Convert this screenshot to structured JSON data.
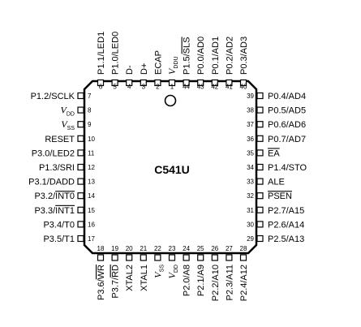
{
  "chip": {
    "name": "C541U",
    "pins_top": [
      {
        "num": "6",
        "label": "P1.1/LED1"
      },
      {
        "num": "5",
        "label": "P1.0/LED0"
      },
      {
        "num": "4",
        "label": "D-"
      },
      {
        "num": "3",
        "label": "D+"
      },
      {
        "num": "2",
        "label": "ECAP"
      },
      {
        "num": "1",
        "label": "VDDU",
        "style": "supply",
        "main": "V",
        "sub": "DDU"
      },
      {
        "num": "44",
        "label": "P1.5/SLS",
        "overbar": "SLS"
      },
      {
        "num": "43",
        "label": "P0.0/AD0"
      },
      {
        "num": "42",
        "label": "P0.1/AD1"
      },
      {
        "num": "41",
        "label": "P0.2/AD2"
      },
      {
        "num": "40",
        "label": "P0.3/AD3"
      }
    ],
    "pins_left": [
      {
        "num": "7",
        "label": "P1.2/SCLK"
      },
      {
        "num": "8",
        "label": "VDD",
        "style": "supply",
        "main": "V",
        "sub": "DD"
      },
      {
        "num": "9",
        "label": "VSS",
        "style": "supply",
        "main": "V",
        "sub": "SS"
      },
      {
        "num": "10",
        "label": "RESET"
      },
      {
        "num": "11",
        "label": "P3.0/LED2"
      },
      {
        "num": "12",
        "label": "P1.3/SRI"
      },
      {
        "num": "13",
        "label": "P3.1/DADD"
      },
      {
        "num": "14",
        "label": "P3.2/INT0",
        "overbar": "INT0"
      },
      {
        "num": "15",
        "label": "P3.3/INT1",
        "overbar": "INT1"
      },
      {
        "num": "16",
        "label": "P3.4/T0"
      },
      {
        "num": "17",
        "label": "P3.5/T1"
      }
    ],
    "pins_right": [
      {
        "num": "39",
        "label": "P0.4/AD4"
      },
      {
        "num": "38",
        "label": "P0.5/AD5"
      },
      {
        "num": "37",
        "label": "P0.6/AD6"
      },
      {
        "num": "36",
        "label": "P0.7/AD7"
      },
      {
        "num": "35",
        "label": "EA",
        "overbar": "EA"
      },
      {
        "num": "34",
        "label": "P1.4/STO"
      },
      {
        "num": "33",
        "label": "ALE"
      },
      {
        "num": "32",
        "label": "PSEN",
        "overbar": "PSEN"
      },
      {
        "num": "31",
        "label": "P2.7/A15"
      },
      {
        "num": "30",
        "label": "P2.6/A14"
      },
      {
        "num": "29",
        "label": "P2.5/A13"
      }
    ],
    "pins_bottom": [
      {
        "num": "18",
        "label": "P3.6/WR",
        "overbar": "WR"
      },
      {
        "num": "19",
        "label": "P3.7/RD",
        "overbar": "RD"
      },
      {
        "num": "20",
        "label": "XTAL2"
      },
      {
        "num": "21",
        "label": "XTAL1"
      },
      {
        "num": "22",
        "label": "VSS",
        "style": "supply",
        "main": "V",
        "sub": "SS"
      },
      {
        "num": "23",
        "label": "VDD",
        "style": "supply",
        "main": "V",
        "sub": "DD"
      },
      {
        "num": "24",
        "label": "P2.0/A8"
      },
      {
        "num": "25",
        "label": "P2.1/A9"
      },
      {
        "num": "26",
        "label": "P2.2/A10"
      },
      {
        "num": "27",
        "label": "P2.3/A11"
      },
      {
        "num": "28",
        "label": "P2.4/A12"
      }
    ]
  }
}
